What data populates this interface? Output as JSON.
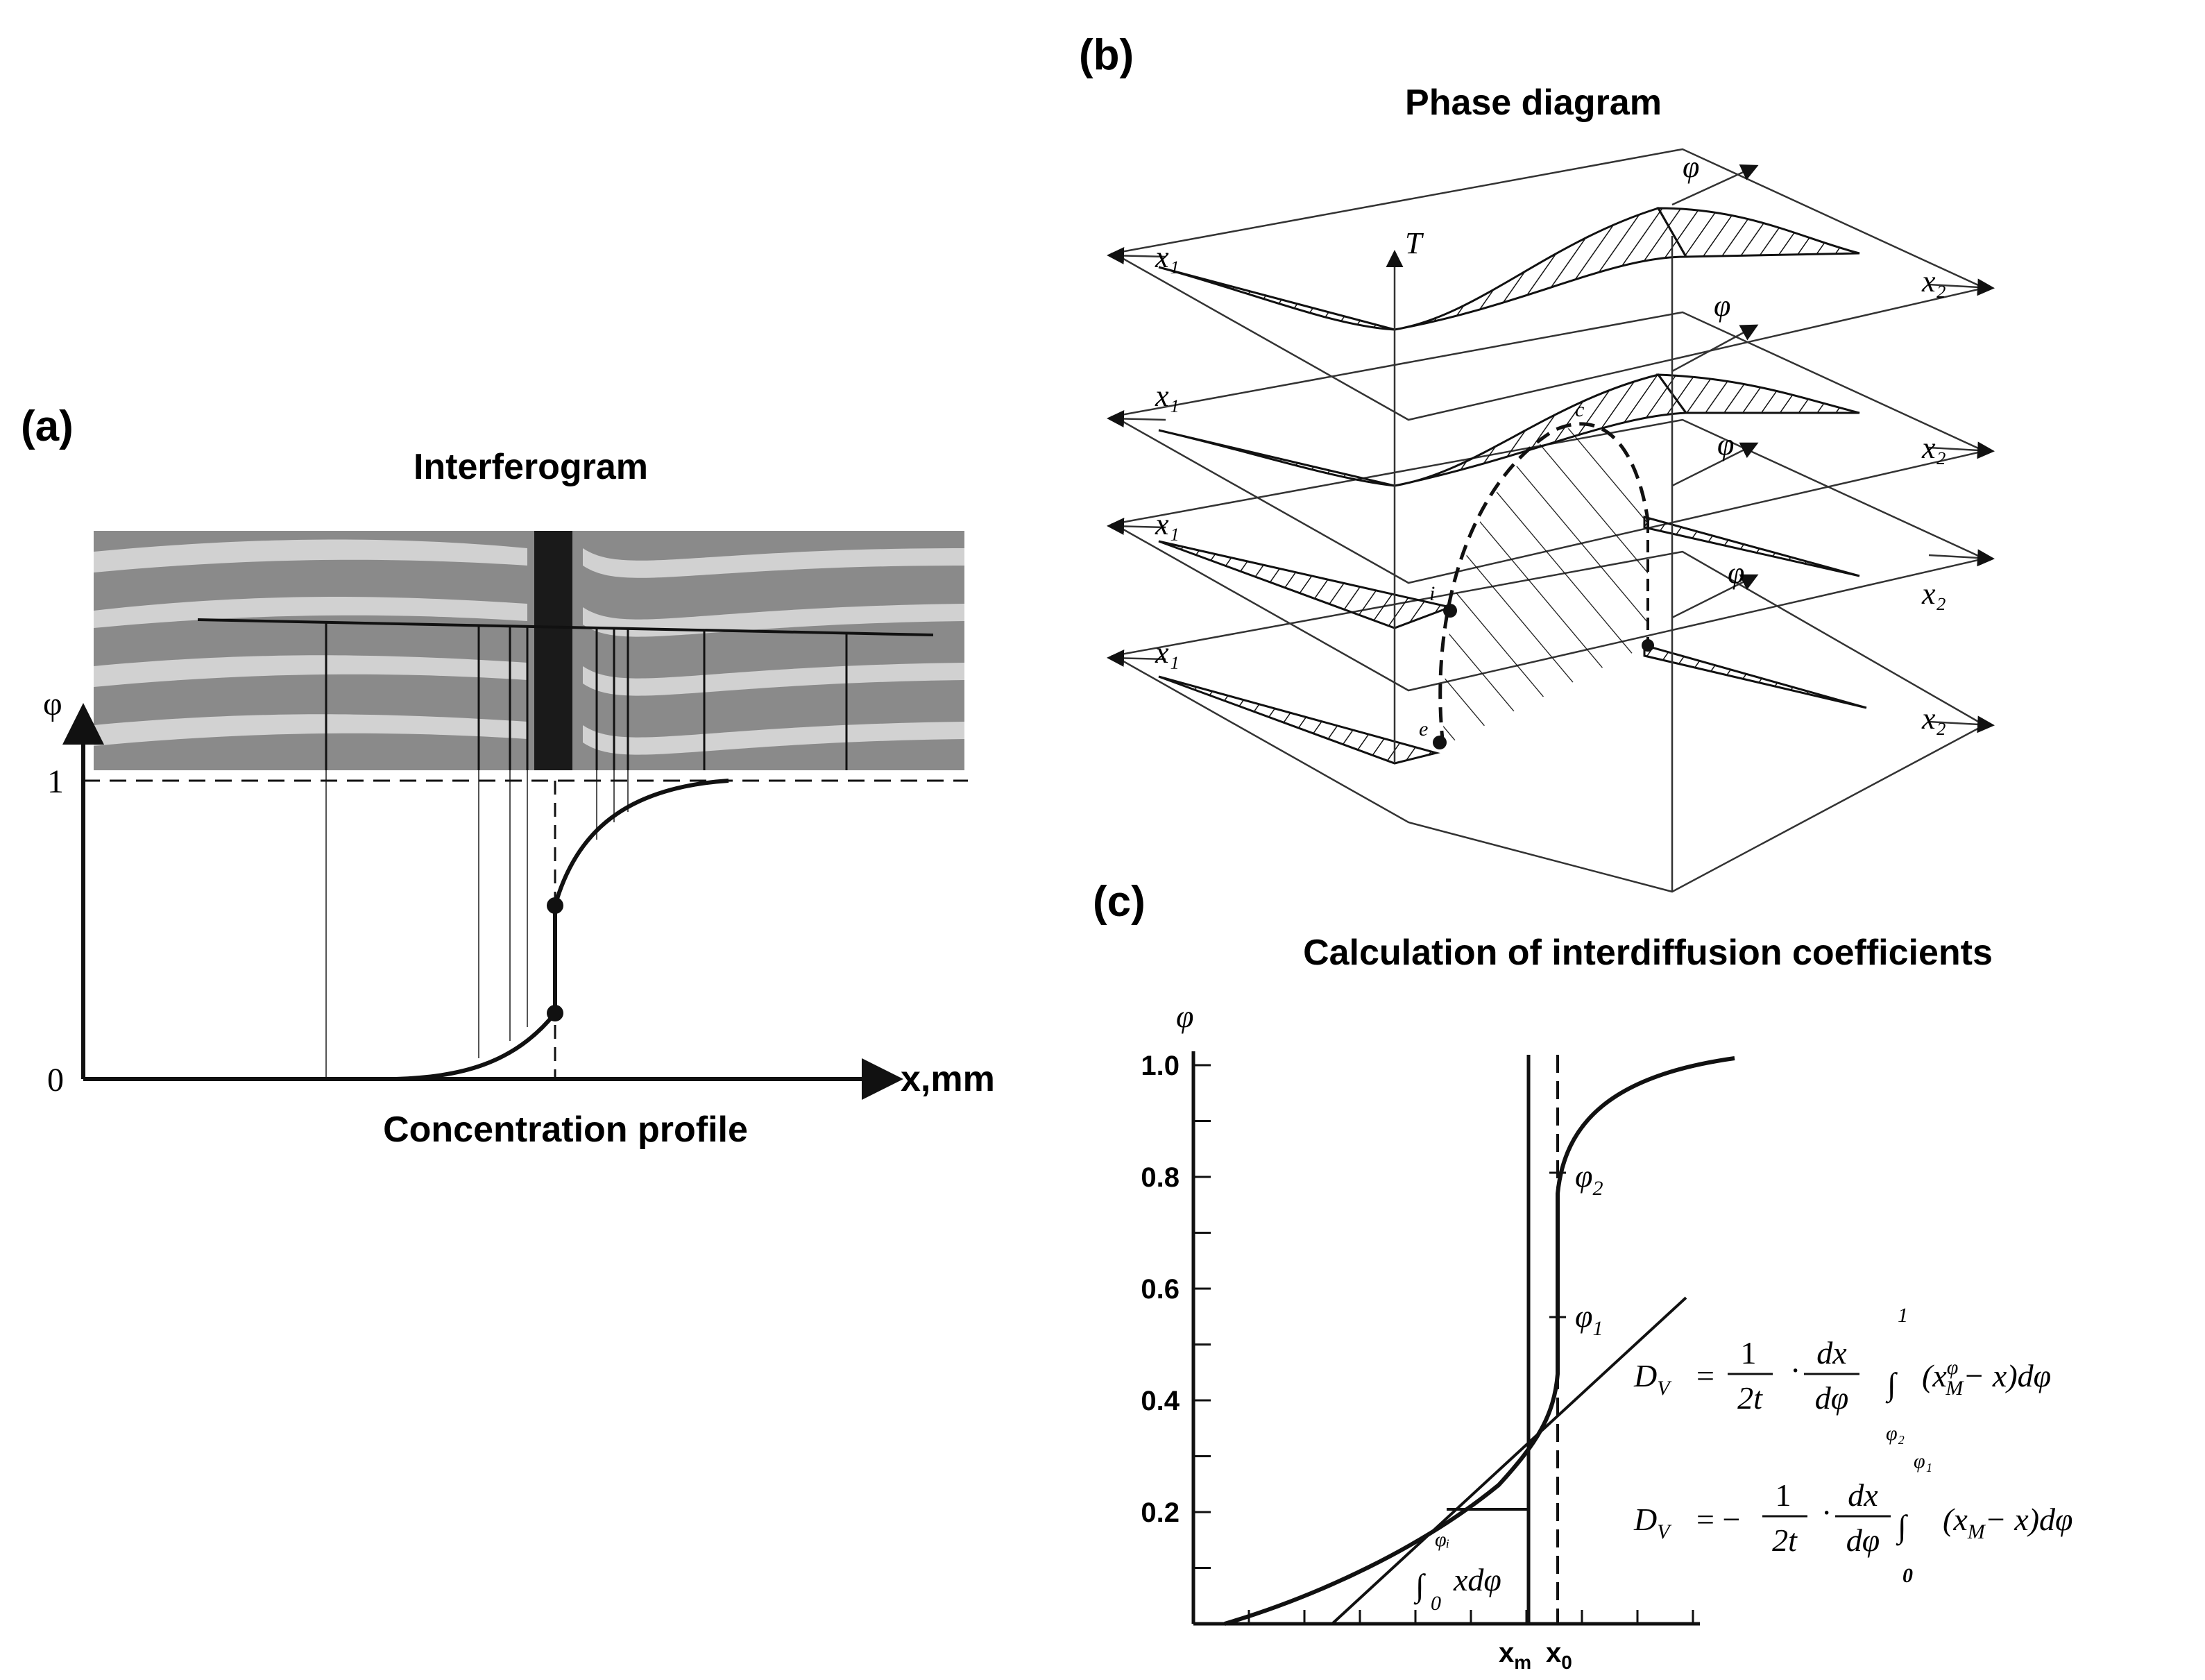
{
  "panel_a": {
    "label": "(a)",
    "title": "Interferogram",
    "caption": "Concentration profile",
    "y_symbol": "φ",
    "y_one": "1",
    "y_zero": "0",
    "x_axis_label": "x,mm"
  },
  "panel_b": {
    "label": "(b)",
    "title": "Phase diagram",
    "axis_T": "T",
    "plane_labels": {
      "left": "x₁",
      "right": "x₂",
      "phi": "φ"
    },
    "curve_marks": [
      "c",
      "i",
      "e"
    ]
  },
  "panel_c": {
    "label": "(c)",
    "title": "Calculation of interdiffusion coefficients",
    "y_symbol": "φ",
    "phi1_label": "φ",
    "phi1_sub": "1",
    "phi2_label": "φ",
    "phi2_sub": "2",
    "xm_label": "x",
    "xm_sub": "m",
    "x0_label": "x",
    "x0_sub": "0",
    "integral_label": "xdφ",
    "integral_upper": "φᵢ",
    "integral_lower": "0",
    "formula1": {
      "lhs": "D",
      "lhs_sub": "V",
      "equals": "=",
      "num1": "1",
      "den1": "2t",
      "num2": "dx",
      "den2": "dφ",
      "upper": "1",
      "lower": "φ₂",
      "body": "(x",
      "body_sup": "φ",
      "body_sub": "M",
      "body_end": "− x)dφ"
    },
    "formula2": {
      "lhs": "D",
      "lhs_sub": "V",
      "equals": "= −",
      "num1": "1",
      "den1": "2t",
      "num2": "dx",
      "den2": "dφ",
      "upper": "φ₁",
      "lower": "0",
      "body": "(x",
      "body_sub": "M",
      "body_end": "− x)dφ"
    }
  },
  "chart_data": {
    "type": "line",
    "title": "Calculation of interdiffusion coefficients",
    "ylabel": "φ",
    "ylim": [
      0,
      1.0
    ],
    "yticks": [
      "1.0",
      "0.8",
      "0.6",
      "0.4",
      "0.2"
    ],
    "grid": false,
    "marked_levels": [
      {
        "label": "φ2",
        "value": 0.82
      },
      {
        "label": "φ1",
        "value": 0.55
      }
    ],
    "x_markers": [
      "xm",
      "x0"
    ]
  }
}
